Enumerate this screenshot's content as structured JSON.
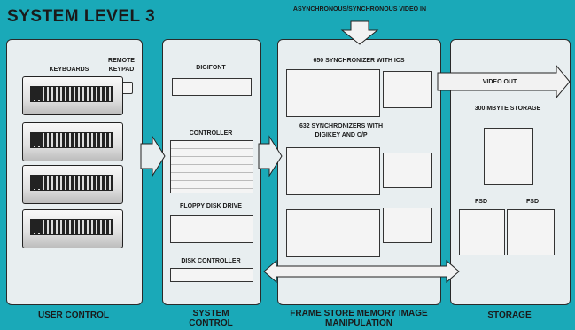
{
  "title": "SYSTEM LEVEL 3",
  "video_in": "ASYNCHRONOUS/SYNCHRONOUS VIDEO IN",
  "video_out": "VIDEO OUT",
  "user_control": {
    "keyboards": "KEYBOARDS",
    "remote_keypad": "REMOTE KEYPAD",
    "footer": "USER CONTROL"
  },
  "system_control": {
    "digifont": "DIGIFONT",
    "controller": "CONTROLLER",
    "floppy": "FLOPPY DISK DRIVE",
    "disk_controller": "DISK CONTROLLER",
    "footer": "SYSTEM CONTROL"
  },
  "frame_store": {
    "sync_ics": "650 SYNCHRONIZER WITH ICS",
    "sync_digikey": "632 SYNCHRONIZERS WITH DIGIKEY AND C/P",
    "footer": "FRAME STORE MEMORY IMAGE MANIPULATION"
  },
  "storage": {
    "capacity": "300 MBYTE STORAGE",
    "fsd1": "FSD",
    "fsd2": "FSD",
    "footer": "STORAGE"
  }
}
